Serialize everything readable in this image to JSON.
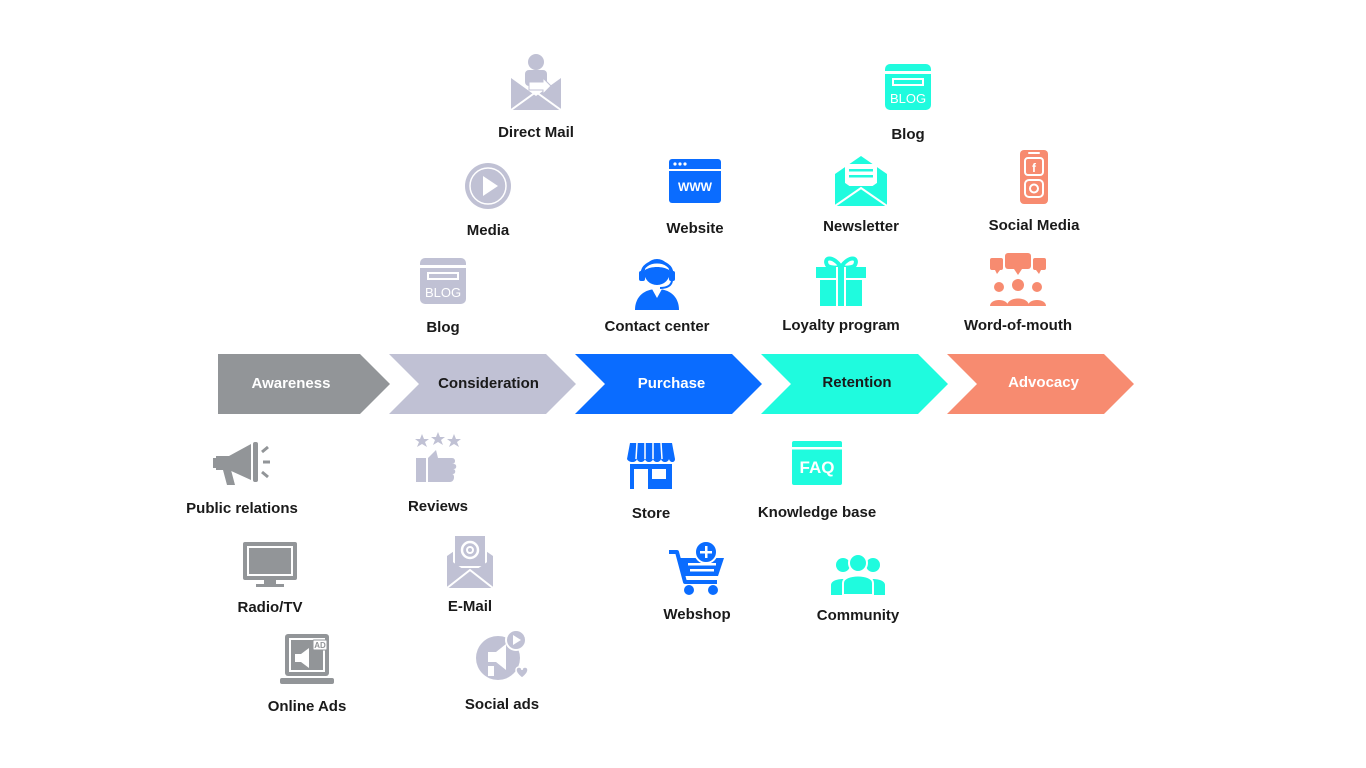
{
  "stages": [
    {
      "label": "Awareness",
      "color": "#929598",
      "text_color": "#ffffff"
    },
    {
      "label": "Consideration",
      "color": "#c0c1d4",
      "text_color": "#1a1a1a"
    },
    {
      "label": "Purchase",
      "color": "#0a6cff",
      "text_color": "#ffffff"
    },
    {
      "label": "Retention",
      "color": "#1ffbde",
      "text_color": "#1a1a1a"
    },
    {
      "label": "Advocacy",
      "color": "#f78b70",
      "text_color": "#ffffff"
    }
  ],
  "channels": {
    "direct_mail": "Direct Mail",
    "media": "Media",
    "blog_consideration": "Blog",
    "website": "Website",
    "contact_center": "Contact center",
    "blog_advocacy": "Blog",
    "newsletter": "Newsletter",
    "loyalty_program": "Loyalty program",
    "social_media": "Social Media",
    "word_of_mouth": "Word-of-mouth",
    "public_relations": "Public relations",
    "radio_tv": "Radio/TV",
    "online_ads": "Online Ads",
    "reviews": "Reviews",
    "email": "E-Mail",
    "social_ads": "Social ads",
    "store": "Store",
    "webshop": "Webshop",
    "knowledge_base": "Knowledge base",
    "community": "Community"
  },
  "icon_text": {
    "blog_badge": "BLOG",
    "faq_badge": "FAQ",
    "www_badge": "WWW",
    "ad_badge": "AD"
  },
  "colors": {
    "awareness": "#929598",
    "consideration": "#c0c1d4",
    "purchase": "#0a6cff",
    "retention": "#1ffbde",
    "advocacy": "#f78b70"
  }
}
